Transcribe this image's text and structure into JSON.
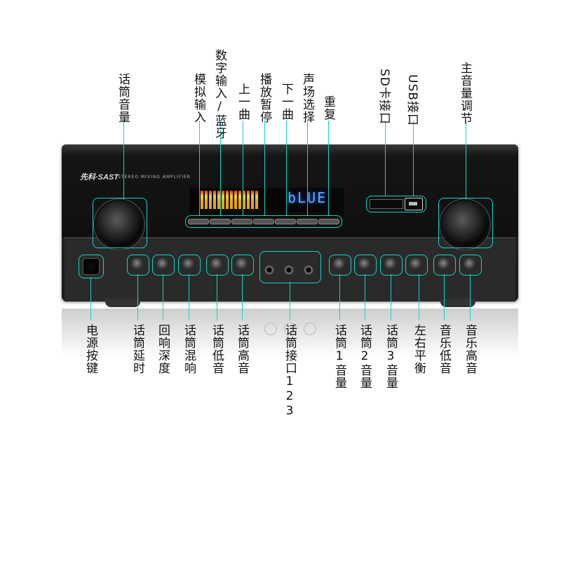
{
  "device": {
    "brand": "先科·SAST",
    "model": "STEREO MIXING AMPLIFIER",
    "display_text": "bLUE"
  },
  "labels": {
    "mic_volume": "话筒音量",
    "analog_input": "模拟输入",
    "digital_bt": "数字输入/蓝牙",
    "prev_track": "上一曲",
    "play_pause": "播放暂停",
    "next_track": "下一曲",
    "sound_select": "声场选择",
    "repeat": "重复",
    "sd_port": "SD卡接口",
    "usb_port": "USB接口",
    "master_volume": "主音量调节",
    "power_button": "电源按键",
    "mic_delay": "话筒延时",
    "echo_depth": "回响深度",
    "mic_reverb": "话筒混响",
    "mic_bass": "话筒低音",
    "mic_treble": "话筒高音",
    "mic_jacks": "话筒接口123",
    "mic1_volume": "话筒1音量",
    "mic2_volume": "话筒2音量",
    "mic3_volume": "话筒3音量",
    "balance": "左右平衡",
    "music_bass": "音乐低音",
    "music_treble": "音乐高音"
  },
  "colors": {
    "accent": "#17d3c2",
    "display_blue": "#5fa8ff",
    "vu_amber": "#e6a317",
    "vu_red": "#e03a2a"
  }
}
